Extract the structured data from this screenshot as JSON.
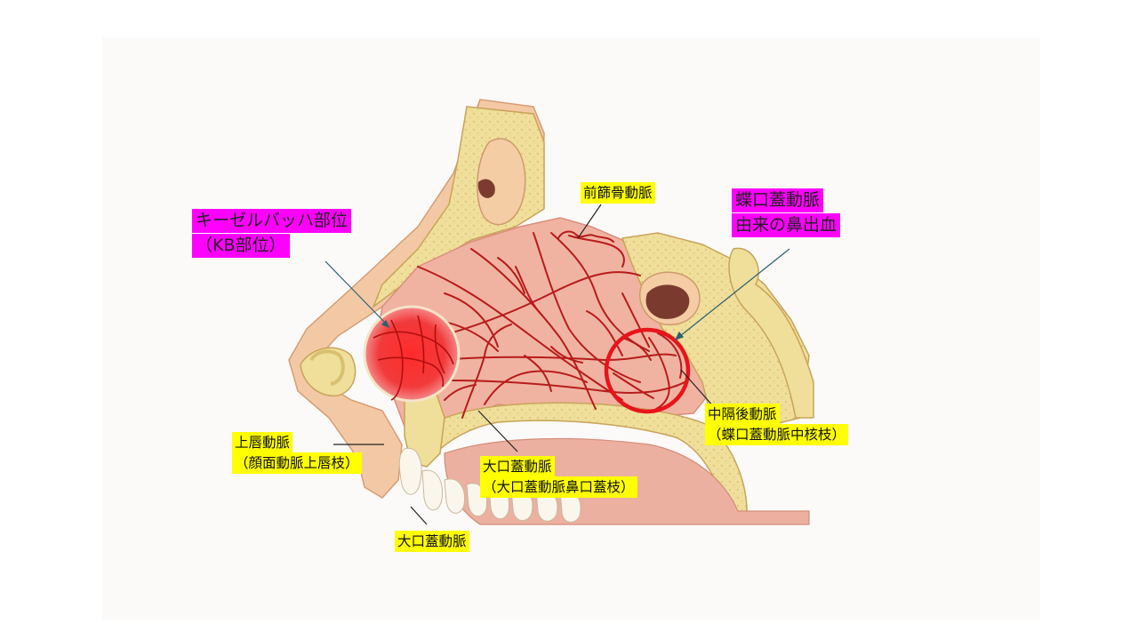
{
  "labels": {
    "kb_site": [
      "キーゼルバッハ部位",
      "（KB部位）"
    ],
    "sphenopalatine_bleed": [
      "蝶口蓋動脈",
      "由来の鼻出血"
    ],
    "anterior_ethmoidal": "前篩骨動脈",
    "superior_labial": [
      "上唇動脈",
      "（顔面動脈上唇枝）"
    ],
    "posterior_septal": [
      "中隔後動脈",
      "（蝶口蓋動脈中核枝）"
    ],
    "greater_palatine_branch": [
      "大口蓋動脈",
      "（大口蓋動脈鼻口蓋枝）"
    ],
    "greater_palatine": "大口蓋動脈"
  },
  "colors": {
    "highlight_yellow": "#ffff00",
    "highlight_magenta": "#ff00ff",
    "circle_red": "#e8141b",
    "arrow": "#2e5f73",
    "vessel": "#b71c1c"
  }
}
